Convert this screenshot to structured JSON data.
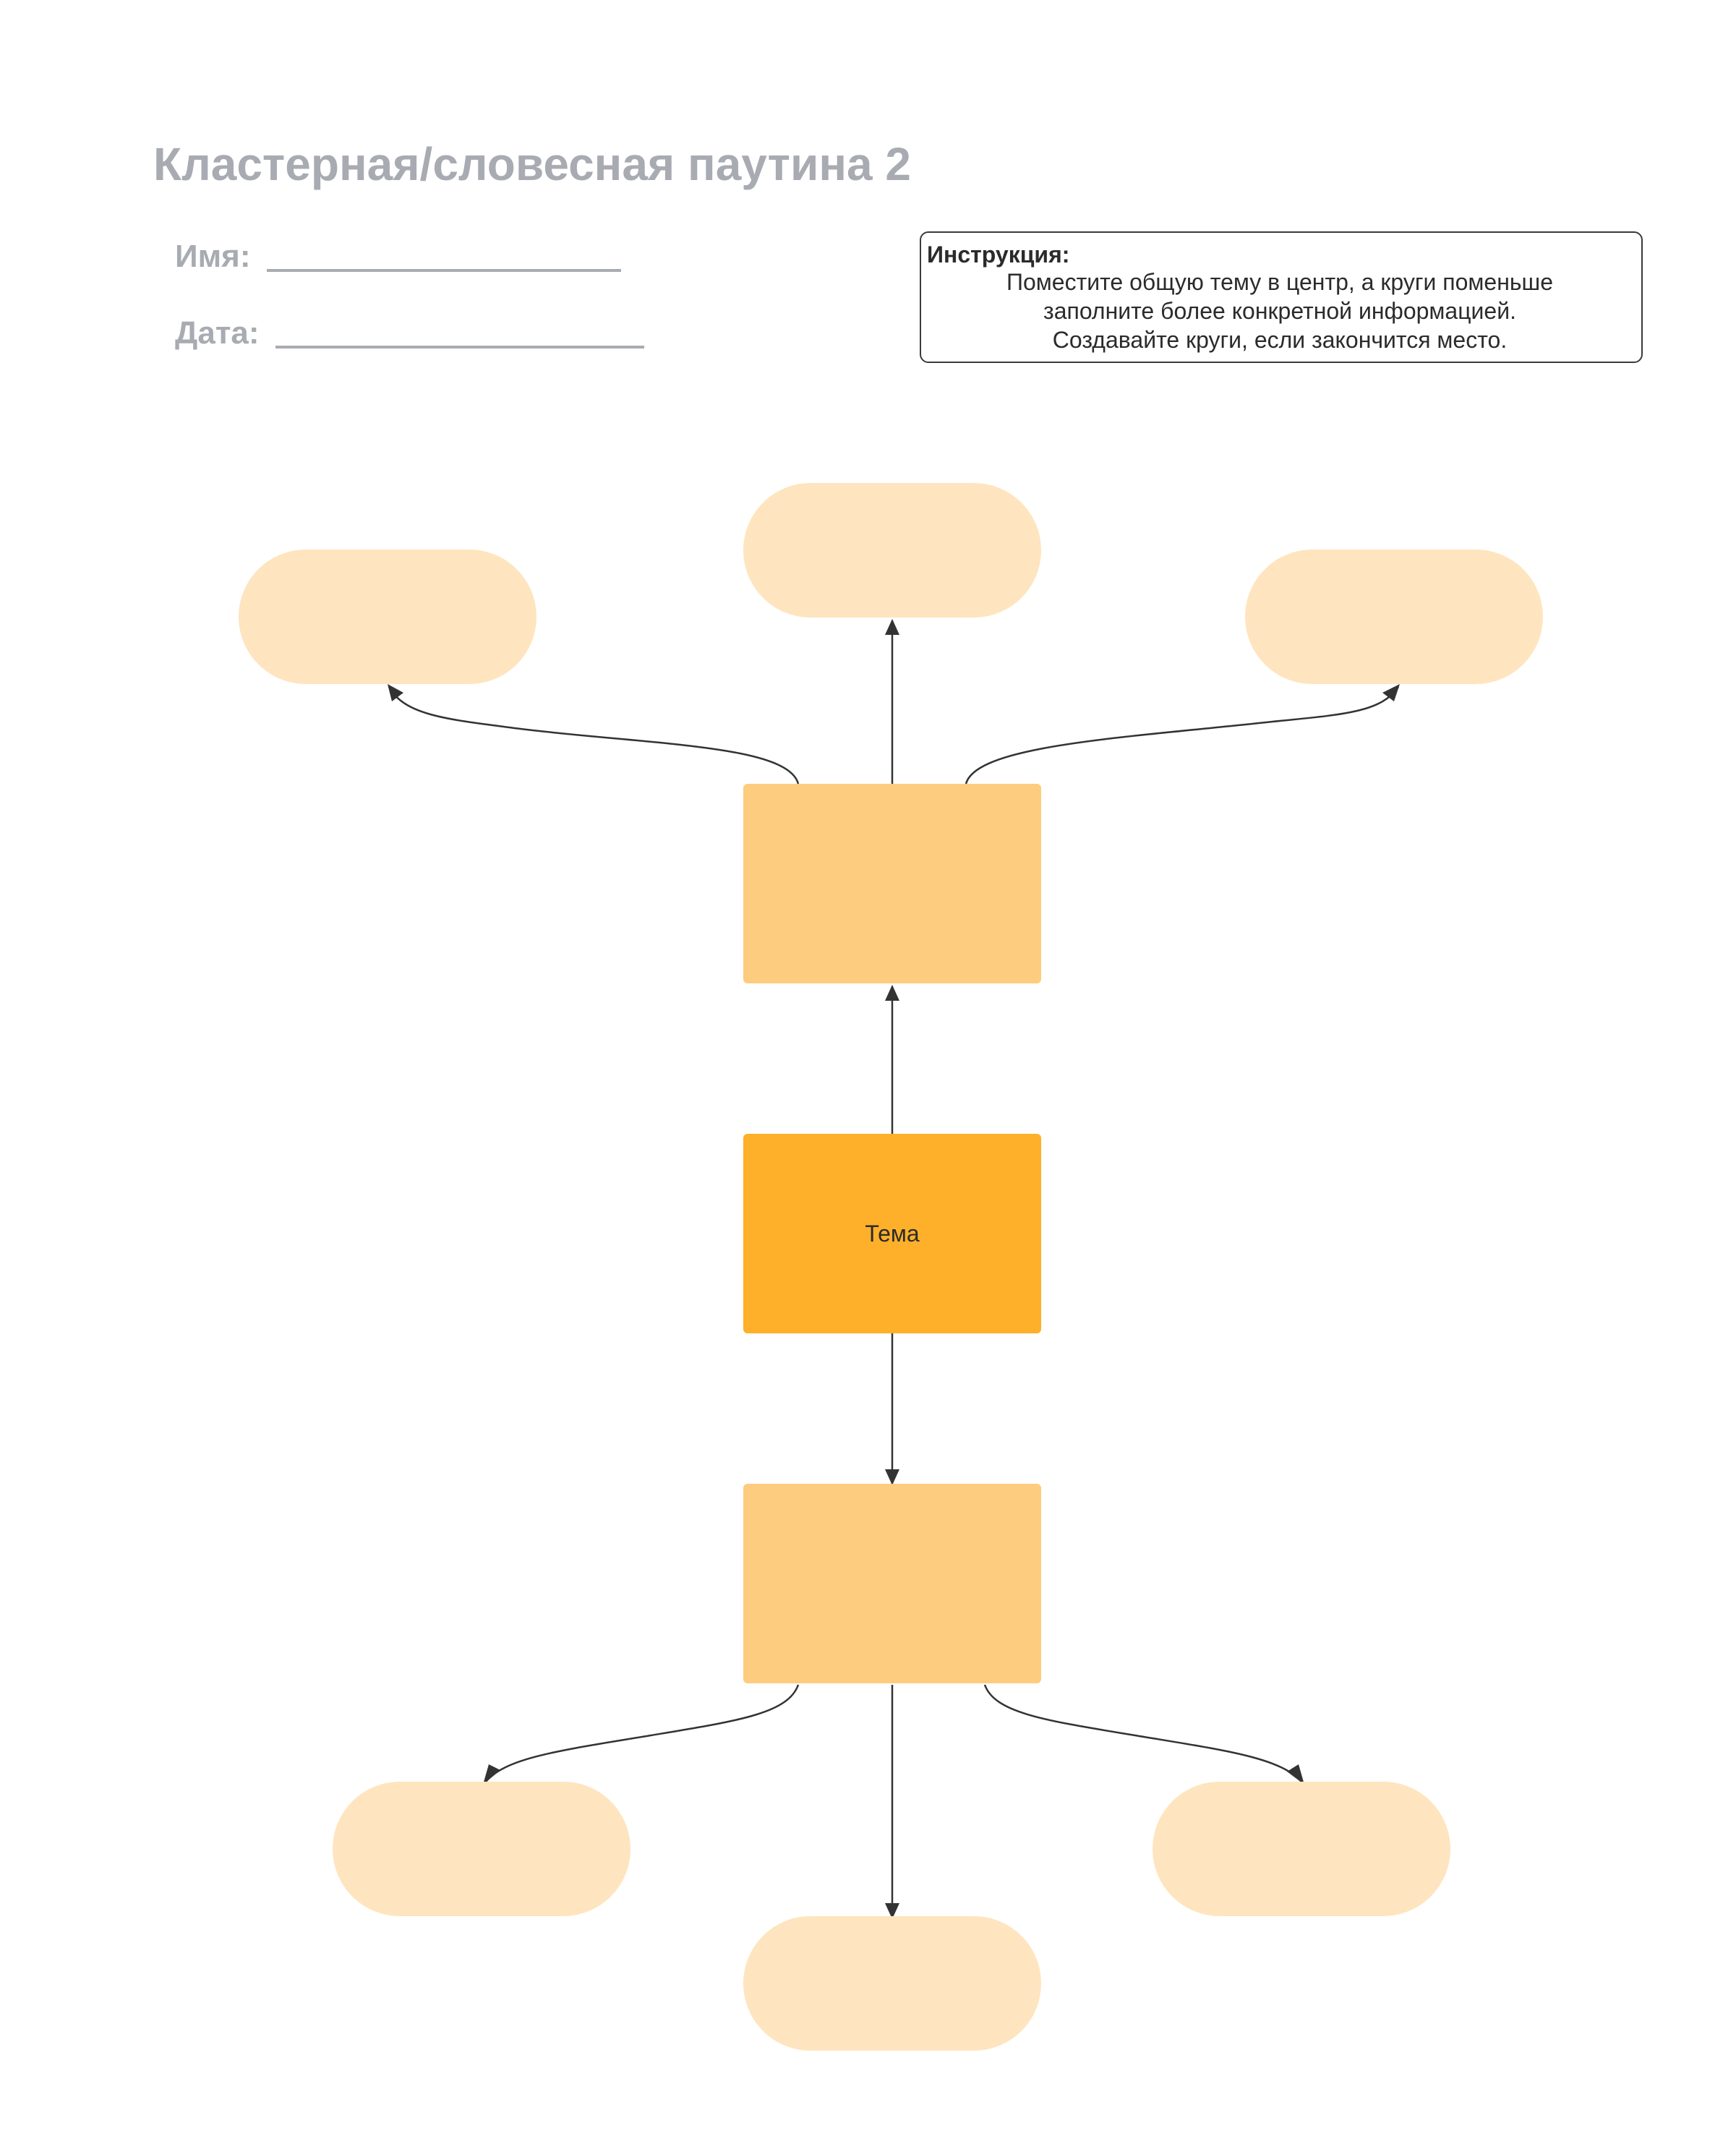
{
  "page": {
    "title": "Кластерная/словесная паутина 2",
    "name_label": "Имя:",
    "date_label": "Дата:"
  },
  "instructions": {
    "heading": "Инструкция:",
    "lines": [
      "Поместите общую тему в центр, а круги поменьше",
      "заполните более конкретной информацией.",
      "Создавайте круги, если закончится место."
    ]
  },
  "diagram": {
    "topic_label": "Тема",
    "colors": {
      "topic": "#feb02a",
      "subtopic": "#fecc7e",
      "detail": "#fee5bf",
      "connector": "#333333",
      "muted_text": "#a8abb2"
    }
  }
}
